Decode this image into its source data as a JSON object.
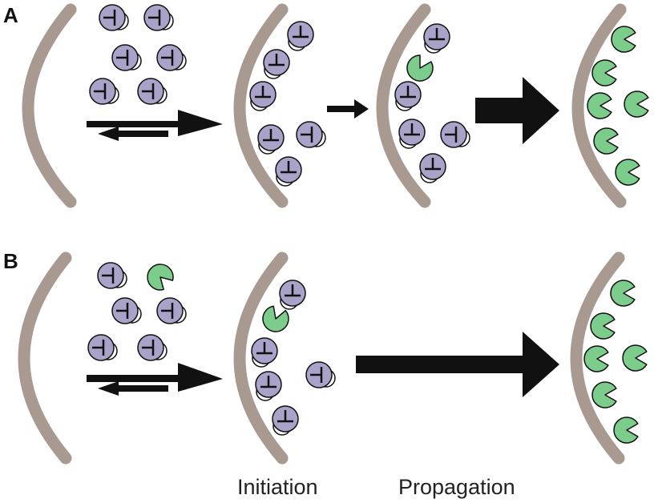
{
  "panels": {
    "a": {
      "label": "A"
    },
    "b": {
      "label": "B"
    }
  },
  "stages": {
    "initiation": "Initiation",
    "propagation": "Propagation"
  },
  "colors": {
    "membrane": "#a89a90",
    "inactive_protein": "#a9a3c9",
    "active_protein": "#7ccc8c",
    "outline": "#111111",
    "arrow": "#111111"
  },
  "icons": {
    "inactive": "inactive-protein-icon",
    "active": "active-protein-icon",
    "membrane": "membrane-curve"
  }
}
